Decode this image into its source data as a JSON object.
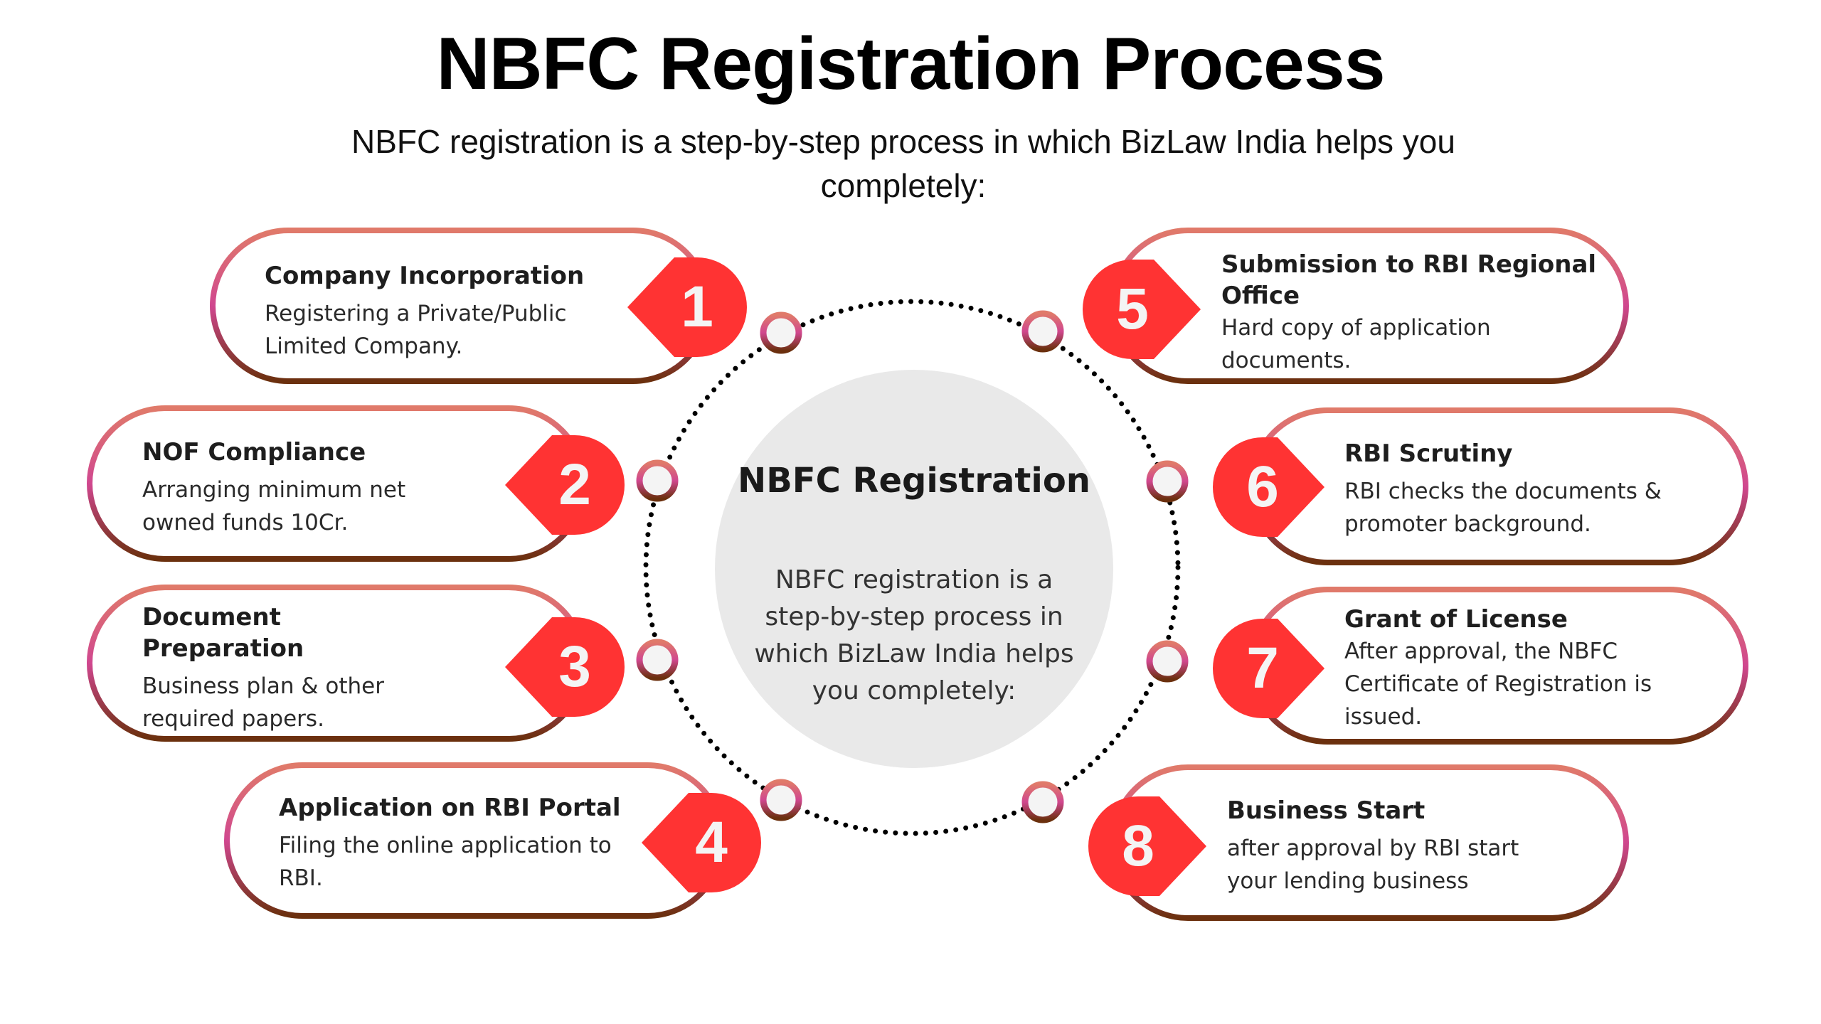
{
  "header": {
    "title": "NBFC Registration Process",
    "subtitle": "NBFC registration is a step-by-step process in which BizLaw India helps you completely:"
  },
  "center": {
    "title": "NBFC Registration",
    "description": "NBFC registration is a step-by-step process in which BizLaw India helps you completely:"
  },
  "colors": {
    "badge": "#FF3333",
    "badge_text": "#F4F4F4",
    "border_top": "#E07A6A",
    "border_mid": "#D0478F",
    "border_bottom": "#6B300E",
    "center_fill": "#E9E9E9",
    "ring_dots": "#000000"
  },
  "steps": [
    {
      "number": "1",
      "title": "Company Incorporation",
      "description": "Registering a Private/Public Limited Company."
    },
    {
      "number": "2",
      "title": "NOF Compliance",
      "description": "Arranging minimum net owned funds 10Cr."
    },
    {
      "number": "3",
      "title": "Document Preparation",
      "description": "Business plan & other required papers."
    },
    {
      "number": "4",
      "title": "Application on RBI Portal",
      "description": "Filing the online application to RBI."
    },
    {
      "number": "5",
      "title": "Submission to RBI Regional Office",
      "description": "Hard copy of application documents."
    },
    {
      "number": "6",
      "title": "RBI Scrutiny",
      "description": "RBI checks the documents & promoter background."
    },
    {
      "number": "7",
      "title": "Grant of License",
      "description": "After approval, the NBFC Certificate of Registration is issued."
    },
    {
      "number": "8",
      "title": "Business Start",
      "description": "after approval by RBI start your lending business"
    }
  ]
}
